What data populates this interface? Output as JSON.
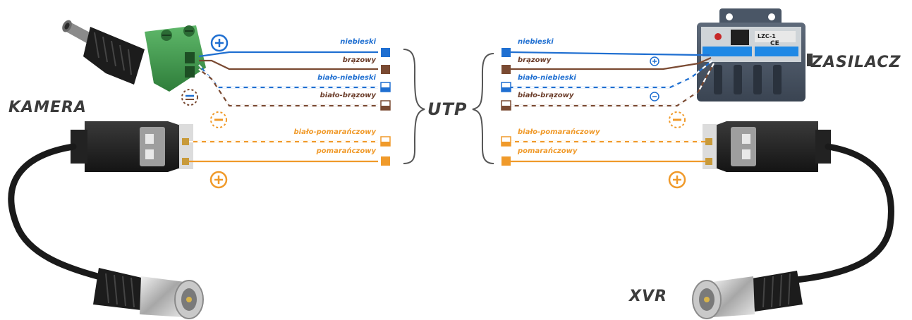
{
  "labels": {
    "camera": "KAMERA",
    "utp": "UTP",
    "power_supply": "ZASILACZ",
    "recorder": "XVR"
  },
  "power_box": {
    "label": "LZC-1",
    "ce_mark": "CE"
  },
  "wires": [
    {
      "id": "blue",
      "name": "niebieski",
      "color": "#1f6fd1",
      "stripe": null,
      "label_color": "#1f6fd1"
    },
    {
      "id": "brown",
      "name": "brązowy",
      "color": "#7a4a32",
      "stripe": null,
      "label_color": "#6b3d2a"
    },
    {
      "id": "white-blue",
      "name": "biało-niebieski",
      "color": "#1f6fd1",
      "stripe": "#ffffff",
      "label_color": "#1f6fd1"
    },
    {
      "id": "white-brown",
      "name": "biało-brązowy",
      "color": "#7a4a32",
      "stripe": "#ffffff",
      "label_color": "#6b3d2a"
    },
    {
      "id": "white-orange",
      "name": "biało-pomarańczowy",
      "color": "#f09a2a",
      "stripe": "#ffffff",
      "label_color": "#f09a2a"
    },
    {
      "id": "orange",
      "name": "pomarańczowy",
      "color": "#f09a2a",
      "stripe": null,
      "label_color": "#f09a2a"
    }
  ],
  "polarity": {
    "plus": "+",
    "minus": "−"
  },
  "colors": {
    "blue": "#1f6fd1",
    "brown": "#7a4a32",
    "orange": "#f09a2a",
    "text_dark": "#3c3c3c"
  }
}
